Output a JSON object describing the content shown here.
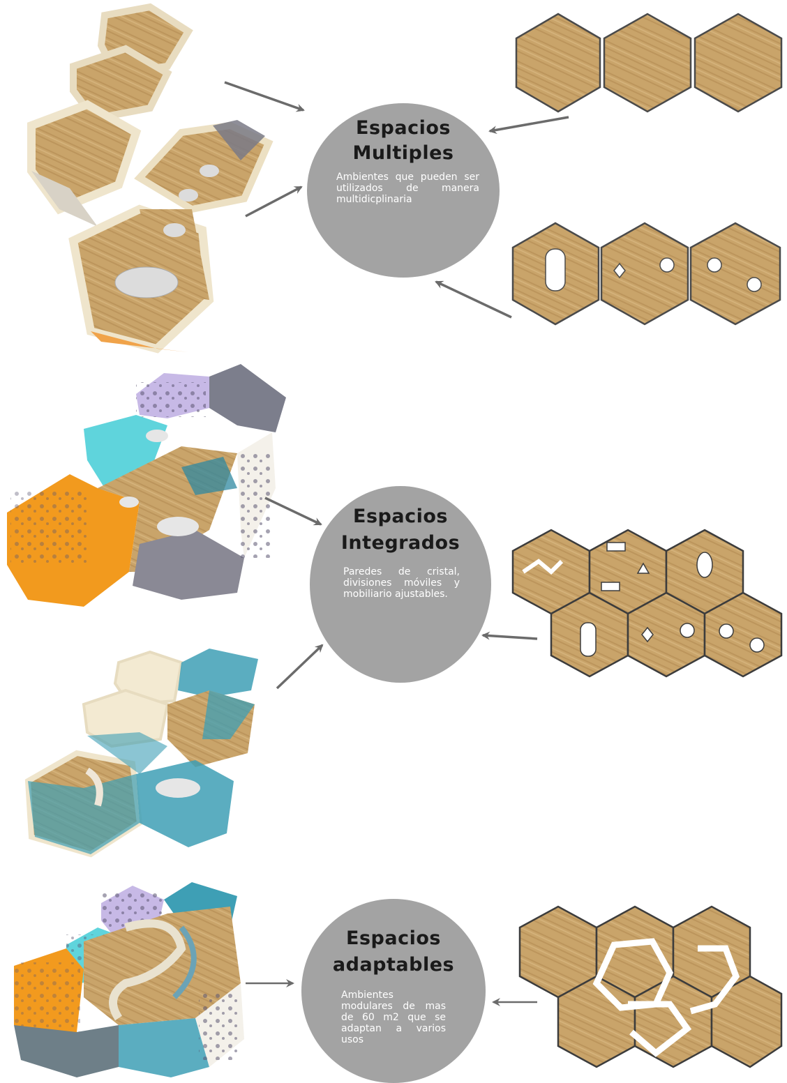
{
  "sections": [
    {
      "title_line1": "Espacios",
      "title_line2": "Multiples",
      "description": "Ambientes que pueden ser utilizados de manera multidicplinaria"
    },
    {
      "title_line1": "Espacios",
      "title_line2": "Integrados",
      "description": "Paredes de cristal, divisiones móviles y mobiliario ajustables."
    },
    {
      "title_line1": "Espacios",
      "title_line2": "adaptables",
      "description": "Ambientes modulares de mas de 60 m2 que se adaptan a varios usos"
    }
  ],
  "colors": {
    "circle": "#a3a3a3",
    "wood": "#c9a46a",
    "wall_cream": "#f3ead2",
    "teal_glass": "#3e9fb5",
    "orange": "#f29a1e",
    "lavender": "#c7b9e6",
    "cyan": "#5fd4dc",
    "arrow": "#6b6b6b"
  }
}
